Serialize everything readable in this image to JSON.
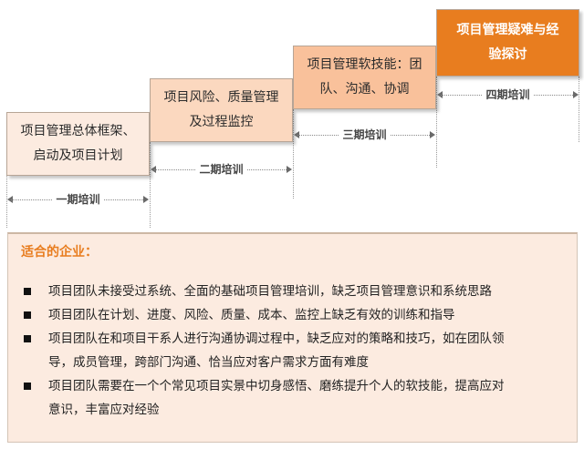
{
  "stages": [
    {
      "line1": "项目管理总体框架、",
      "line2": "启动及项目计划"
    },
    {
      "line1": "项目风险、质量管理",
      "line2": "及过程监控"
    },
    {
      "line1": "项目管理软技能：团",
      "line2": "队、沟通、协调"
    },
    {
      "line1": "项目管理疑难与经",
      "line2": "验探讨"
    }
  ],
  "periods": [
    "一期培训",
    "二期培训",
    "三期培训",
    "四期培训"
  ],
  "panel": {
    "title": "适合的企业：",
    "items": [
      {
        "line1": "项目团队未接受过系统、全面的基础项目管理培训，缺乏项目管理意识和系统思路"
      },
      {
        "line1": "项目团队在计划、进度、风险、质量、成本、监控上缺乏有效的训练和指导"
      },
      {
        "line1": "项目团队在和项目干系人进行沟通协调过程中，缺乏应对的策略和技巧，如在团队领",
        "line2": "导，成员管理，跨部门沟通、恰当应对客户需求方面有难度"
      },
      {
        "line1": "项目团队需要在一个个常见项目实景中切身感悟、磨练提升个人的软技能，提高应对",
        "line2": "意识，丰富应对经验"
      }
    ]
  },
  "colors": {
    "stage1": "#fcebe0",
    "stage2": "#fbd8bf",
    "stage3": "#f9c19b",
    "stage4": "#e87d1f",
    "accent": "#e87d1f"
  }
}
